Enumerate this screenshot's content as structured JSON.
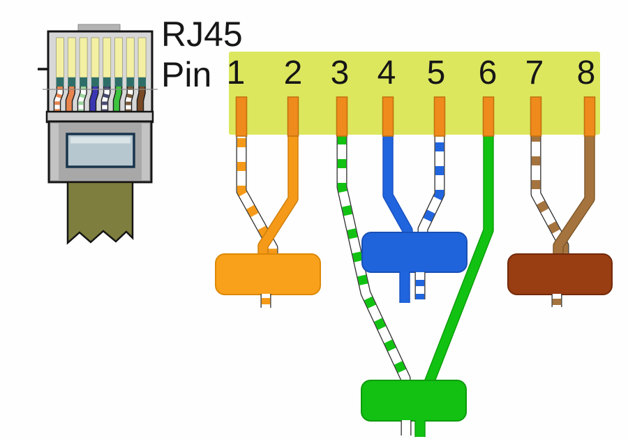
{
  "title": {
    "device": "RJ45",
    "pin_word": "Pin"
  },
  "pins": [
    {
      "label": "1",
      "wire": "white-orange"
    },
    {
      "label": "2",
      "wire": "orange"
    },
    {
      "label": "3",
      "wire": "white-green"
    },
    {
      "label": "4",
      "wire": "blue"
    },
    {
      "label": "5",
      "wire": "white-blue"
    },
    {
      "label": "6",
      "wire": "green"
    },
    {
      "label": "7",
      "wire": "white-brown"
    },
    {
      "label": "8",
      "wire": "brown"
    }
  ],
  "wiring": {
    "pairs": [
      {
        "color": "orange",
        "pins": [
          "1",
          "2"
        ]
      },
      {
        "color": "green",
        "pins": [
          "3",
          "6"
        ]
      },
      {
        "color": "blue",
        "pins": [
          "4",
          "5"
        ]
      },
      {
        "color": "brown",
        "pins": [
          "7",
          "8"
        ]
      }
    ]
  },
  "colors": {
    "band": "#dce75e",
    "pin_orange": "#ef8a1d",
    "pin_orange_dark": "#c3720d",
    "wire_orange": "#f59a18",
    "wire_orange_dark": "#cd7c08",
    "wire_blue": "#2065dd",
    "wire_blue_dark": "#174ec0",
    "wire_green": "#12c212",
    "wire_green_dark": "#0b9c0b",
    "wire_brown": "#a5743e",
    "wire_brown_dark": "#7d5527",
    "block_orange": "#f9a11b",
    "block_orange_dark": "#dd8806",
    "block_blue": "#2064dc",
    "block_blue_dark": "#1850b4",
    "block_green": "#12c112",
    "block_green_dark": "#0e9b0e",
    "block_brown": "#993d12",
    "block_brown_dark": "#73290a",
    "contact_yellow": "#f3f0a3",
    "contact_teal": "#2f6e68",
    "window_blue": "#b6c7cf",
    "cable_olive": "#7e7e3e",
    "conn_orange": "#e8854f",
    "conn_pale_green": "#9fd6a0",
    "conn_blue": "#3a35b2",
    "conn_dark_stripe": "#474b72",
    "conn_green": "#3ec43e",
    "conn_brown_stripe": "#7a5b3a",
    "conn_brown": "#7a4a26"
  }
}
